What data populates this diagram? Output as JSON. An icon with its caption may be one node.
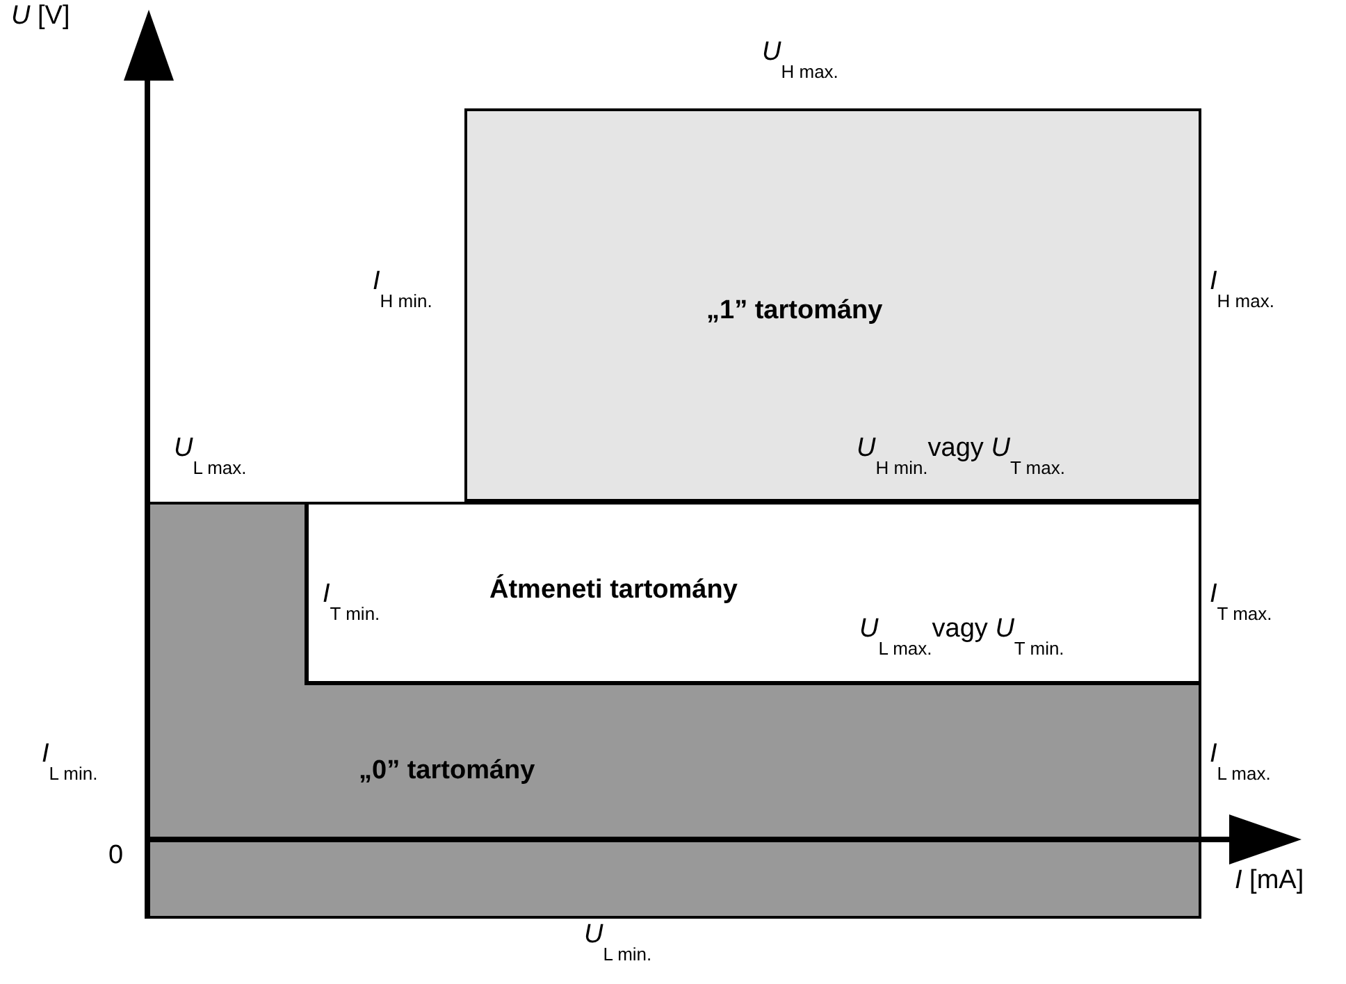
{
  "diagram": {
    "nodes": [
      {
        "text": [
          "„1” tartomány"
        ]
      },
      {
        "text": [
          "Átmeneti tartomány"
        ]
      },
      {
        "text": [
          "„0” tartomány"
        ]
      }
    ],
    "labels": [
      "*U* [V]",
      "*U*$_{H max.}$",
      "*I*$_{H min.}$",
      "*I*$_{H max.}$",
      "*U*$_{L max.}$",
      "*U*$_{H min.}$vagy *U*$_{T max.}$",
      "*I*$_{T min.}$",
      "*I*$_{T max.}$",
      "*U*$_{L max.}$vagy *U*$_{T min.}$",
      "*I*$_{L min.}$",
      "*I*$_{L max.}$",
      "0",
      "*I* [mA]",
      "*U*$_{L min.}$"
    ]
  }
}
